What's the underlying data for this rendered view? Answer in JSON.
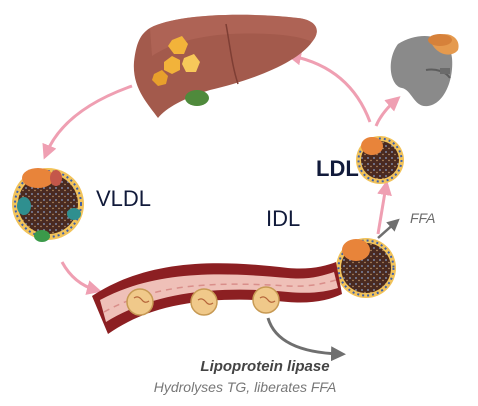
{
  "labels": {
    "vldl": "VLDL",
    "idl": "IDL",
    "ldl": "LDL",
    "ffa": "FFA",
    "enzyme": "Lipoprotein lipase",
    "enzyme_description": "Hydrolyses TG, liberates FFA"
  },
  "icons": [
    "liver-icon",
    "cell-icon",
    "vldl-particle-icon",
    "idl-particle-icon",
    "ldl-particle-icon",
    "blood-vessel-icon",
    "lipoprotein-lipase-icon"
  ],
  "colors": {
    "arrow": "#ef9fb2",
    "grey_arrow": "#6f6f6f",
    "liver": "#a35a4c",
    "vessel_wall": "#8c1f22",
    "vessel_lumen": "#efc0b8",
    "particle_core": "#4a2a20",
    "phospholipid": "#f2c35a",
    "apo_orange": "#e8843a"
  }
}
